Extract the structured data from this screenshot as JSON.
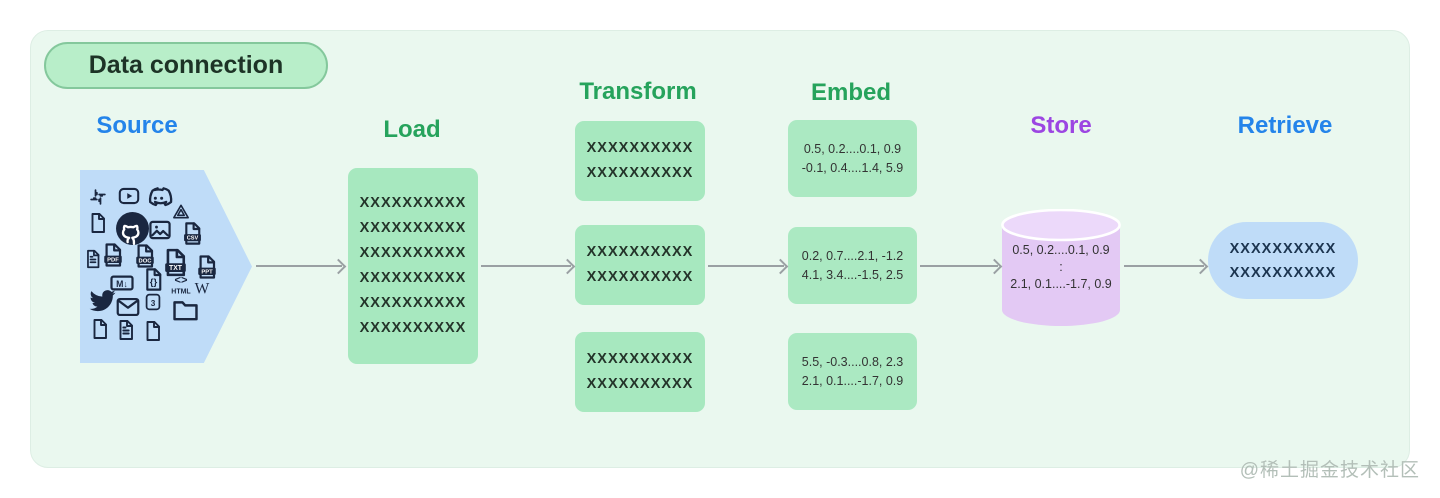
{
  "title": "Data connection",
  "watermark": "@稀土掘金技术社区",
  "colors": {
    "card_bg": "#eaf8ef",
    "title_pill_bg": "#b8eec9",
    "title_pill_border": "#84c89c",
    "heading_blue": "#2484ea",
    "heading_green": "#26a35c",
    "heading_purple": "#9c46e2",
    "box_green": "#a7e8bf",
    "shape_blue": "#bfdcf8",
    "cylinder_purple": "#e3c9f4",
    "cylinder_top_purple": "#ecd9fa",
    "arrow_gray": "#9aa0a3",
    "icon_dark": "#1a2740"
  },
  "stages": {
    "source": {
      "label": "Source",
      "icons": [
        {
          "name": "slack-icon",
          "kind": "slack"
        },
        {
          "name": "youtube-icon",
          "kind": "youtube"
        },
        {
          "name": "discord-icon",
          "kind": "discord"
        },
        {
          "name": "file-icon",
          "kind": "file"
        },
        {
          "name": "github-icon",
          "kind": "github"
        },
        {
          "name": "image-icon",
          "kind": "image"
        },
        {
          "name": "google-drive-icon",
          "kind": "drive"
        },
        {
          "name": "csv-file-icon",
          "kind": "filetag",
          "label": "CSV"
        },
        {
          "name": "file-text-icon",
          "kind": "filetext"
        },
        {
          "name": "pdf-file-icon",
          "kind": "filetag",
          "label": "PDF"
        },
        {
          "name": "doc-file-icon",
          "kind": "filetag",
          "label": "DOC"
        },
        {
          "name": "txt-file-icon",
          "kind": "filetag",
          "label": "TXT"
        },
        {
          "name": "ppt-file-icon",
          "kind": "filetag",
          "label": "PPT"
        },
        {
          "name": "markdown-icon",
          "kind": "badge",
          "label": "M↓"
        },
        {
          "name": "json-file-icon",
          "kind": "filejson",
          "label": "{}"
        },
        {
          "name": "html-icon",
          "kind": "htmltag",
          "label": "<>",
          "sublabel": "HTML"
        },
        {
          "name": "wikipedia-icon",
          "kind": "wiki",
          "label": "W"
        },
        {
          "name": "twitter-icon",
          "kind": "twitter"
        },
        {
          "name": "email-icon",
          "kind": "email"
        },
        {
          "name": "css3-icon",
          "kind": "squaretext",
          "label": "3"
        },
        {
          "name": "folder-icon",
          "kind": "folder"
        },
        {
          "name": "file-icon-2",
          "kind": "file"
        },
        {
          "name": "file-text-icon-2",
          "kind": "filetext"
        },
        {
          "name": "file-icon-3",
          "kind": "file"
        }
      ]
    },
    "load": {
      "label": "Load",
      "lines": [
        "XXXXXXXXXX",
        "XXXXXXXXXX",
        "XXXXXXXXXX",
        "XXXXXXXXXX",
        "XXXXXXXXXX",
        "XXXXXXXXXX"
      ]
    },
    "transform": {
      "label": "Transform",
      "boxes": [
        [
          "XXXXXXXXXX",
          "XXXXXXXXXX"
        ],
        [
          "XXXXXXXXXX",
          "XXXXXXXXXX"
        ],
        [
          "XXXXXXXXXX",
          "XXXXXXXXXX"
        ]
      ]
    },
    "embed": {
      "label": "Embed",
      "boxes": [
        [
          "0.5, 0.2....0.1, 0.9",
          "-0.1, 0.4....1.4, 5.9"
        ],
        [
          "0.2, 0.7....2.1, -1.2",
          "4.1, 3.4....-1.5, 2.5"
        ],
        [
          "5.5, -0.3....0.8, 2.3",
          "2.1, 0.1....-1.7, 0.9"
        ]
      ]
    },
    "store": {
      "label": "Store",
      "lines": [
        "0.5, 0.2....0.1, 0.9",
        ":",
        "2.1, 0.1....-1.7, 0.9"
      ]
    },
    "retrieve": {
      "label": "Retrieve",
      "lines": [
        "XXXXXXXXXX",
        "XXXXXXXXXX"
      ]
    }
  }
}
